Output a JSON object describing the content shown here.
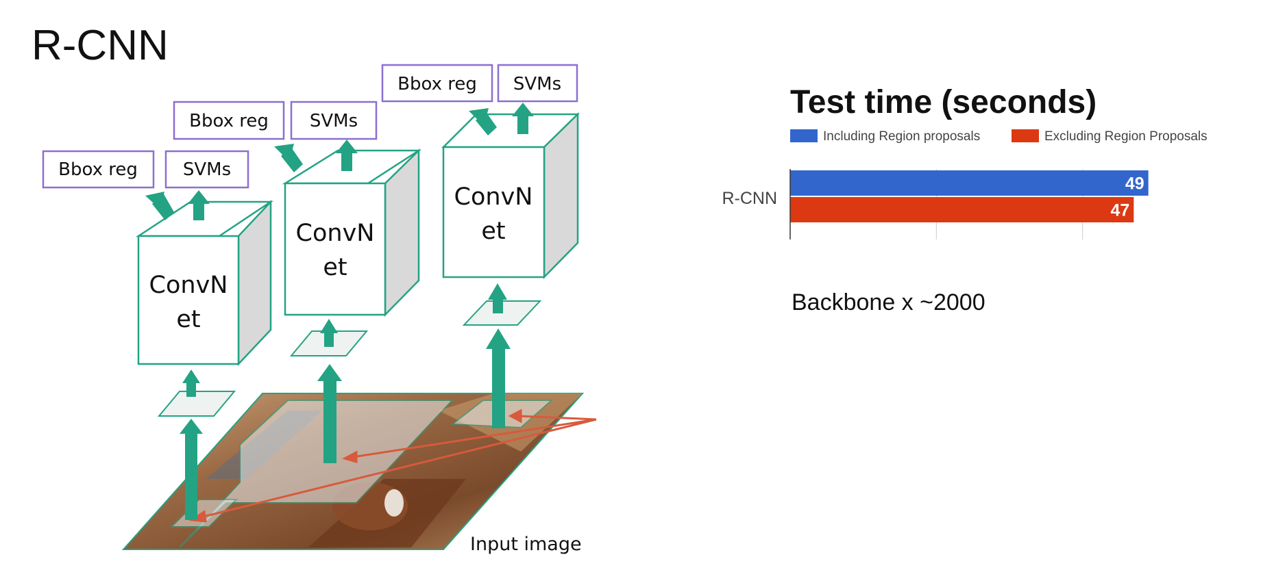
{
  "slide": {
    "title": "R-CNN",
    "backbone_note": "Backbone x ~2000",
    "input_label": "Input image"
  },
  "pipeline": {
    "convnet_line1": "ConvN",
    "convnet_line2": "et",
    "bbox_label": "Bbox reg",
    "svm_label": "SVMs"
  },
  "colors": {
    "teal": "#23a383",
    "teal_dark": "#178a6a",
    "label_border": "#8b6fd0",
    "red_arrow": "#d85a3c",
    "series_including": "#3366cc",
    "series_excluding": "#dc3912"
  },
  "chart_data": {
    "type": "bar",
    "orientation": "horizontal",
    "title": "Test time (seconds)",
    "categories": [
      "R-CNN"
    ],
    "series": [
      {
        "name": "Including Region proposals",
        "values": [
          49
        ],
        "color": "#3366cc"
      },
      {
        "name": "Excluding Region Proposals",
        "values": [
          47
        ],
        "color": "#dc3912"
      }
    ],
    "xlim": [
      0,
      60
    ],
    "grid": true,
    "legend_position": "top"
  }
}
